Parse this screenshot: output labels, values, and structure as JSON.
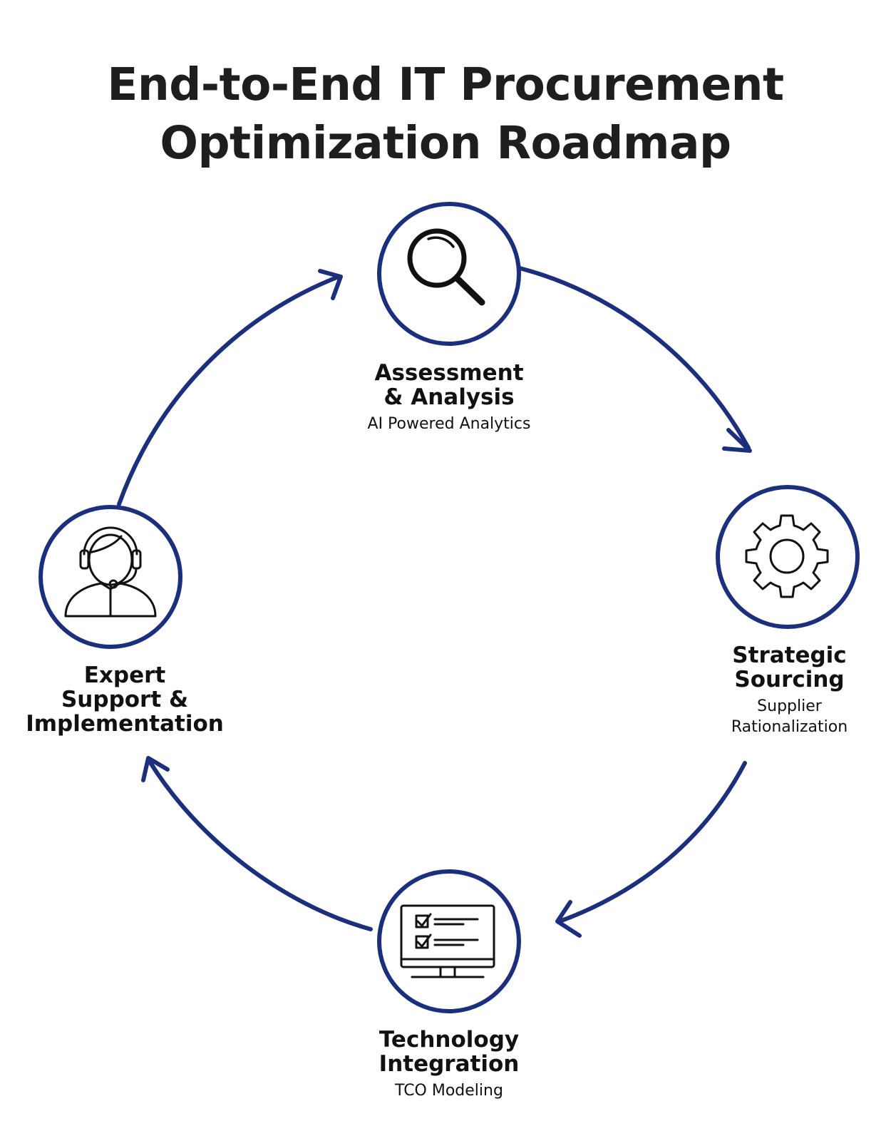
{
  "title": {
    "line1": "End-to-End IT Procurement",
    "line2": "Optimization Roadmap"
  },
  "colors": {
    "accent": "#1c2f7c",
    "icon": "#111111",
    "title": "#1e1e1e"
  },
  "steps": [
    {
      "heading": "Assessment\n& Analysis",
      "subtitle": "AI Powered Analytics",
      "icon": "magnifying-glass-icon"
    },
    {
      "heading": "Strategic\nSourcing",
      "subtitle": "Supplier\nRationalization",
      "icon": "gear-icon"
    },
    {
      "heading": "Technology\nIntegration",
      "subtitle": "TCO Modeling",
      "icon": "monitor-checklist-icon"
    },
    {
      "heading": "Expert\nSupport &\nImplementation",
      "subtitle": "",
      "icon": "support-agent-headset-icon"
    }
  ]
}
